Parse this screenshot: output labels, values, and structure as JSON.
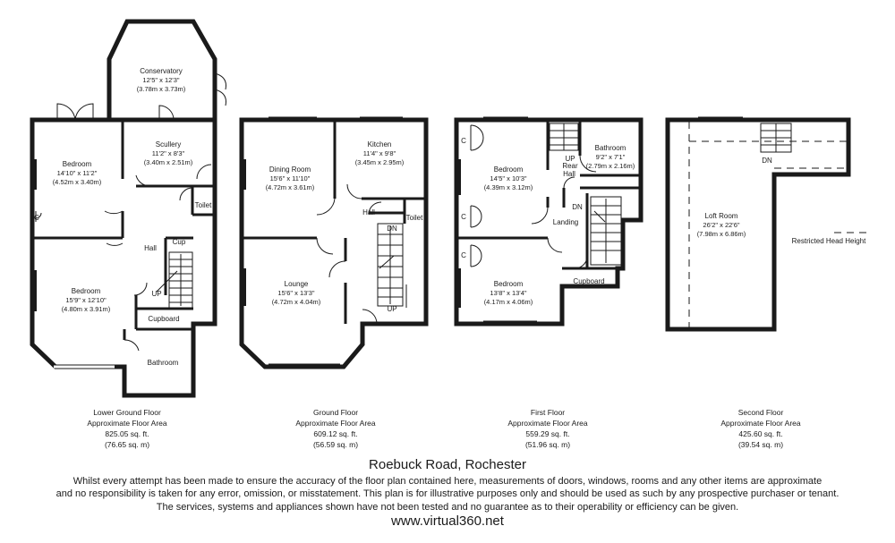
{
  "title": "Roebuck Road, Rochester",
  "disclaimer": [
    "Whilst every attempt has been made to ensure the accuracy of the floor plan contained here, measurements of doors, windows, rooms and any other items are approximate",
    "and no responsibility is taken for any error, omission, or misstatement. This plan is for illustrative purposes only and should be used as such by any prospective purchaser or tenant.",
    "The services, systems and appliances shown have not been tested and no guarantee as to their operability or efficiency can be given."
  ],
  "website": "www.virtual360.net",
  "floors": [
    {
      "name": "Lower Ground Floor",
      "area_label": "Approximate Floor Area",
      "sqft": "825.05 sq. ft.",
      "sqm": "(76.65 sq. m)"
    },
    {
      "name": "Ground Floor",
      "area_label": "Approximate Floor Area",
      "sqft": "609.12 sq. ft.",
      "sqm": "(56.59 sq. m)"
    },
    {
      "name": "First Floor",
      "area_label": "Approximate Floor Area",
      "sqft": "559.29 sq. ft.",
      "sqm": "(51.96 sq. m)"
    },
    {
      "name": "Second Floor",
      "area_label": "Approximate Floor Area",
      "sqft": "425.60 sq. ft.",
      "sqm": "(39.54 sq. m)"
    }
  ],
  "rooms": {
    "conservatory": {
      "name": "Conservatory",
      "imperial": "12'5\" x 12'3\"",
      "metric": "(3.78m x 3.73m)"
    },
    "lg_bedroom1": {
      "name": "Bedroom",
      "imperial": "14'10\" x 11'2\"",
      "metric": "(4.52m x 3.40m)"
    },
    "scullery": {
      "name": "Scullery",
      "imperial": "11'2\" x 8'3\"",
      "metric": "(3.40m x 2.51m)"
    },
    "lg_bedroom2": {
      "name": "Bedroom",
      "imperial": "15'9\" x 12'10\"",
      "metric": "(4.80m x 3.91m)"
    },
    "dining": {
      "name": "Dining Room",
      "imperial": "15'6\" x 11'10\"",
      "metric": "(4.72m x 3.61m)"
    },
    "kitchen": {
      "name": "Kitchen",
      "imperial": "11'4\" x 9'8\"",
      "metric": "(3.45m x 2.95m)"
    },
    "lounge": {
      "name": "Lounge",
      "imperial": "15'6\" x 13'3\"",
      "metric": "(4.72m x 4.04m)"
    },
    "ff_bedroom1": {
      "name": "Bedroom",
      "imperial": "14'5\" x 10'3\"",
      "metric": "(4.39m x 3.12m)"
    },
    "ff_bathroom": {
      "name": "Bathroom",
      "imperial": "9'2\" x 7'1\"",
      "metric": "(2.79m x 2.16m)"
    },
    "ff_bedroom2": {
      "name": "Bedroom",
      "imperial": "13'8\" x 13'4\"",
      "metric": "(4.17m x 4.06m)"
    },
    "loft": {
      "name": "Loft Room",
      "imperial": "26'2\" x 22'6\"",
      "metric": "(7.98m x 6.86m)"
    }
  },
  "labels": {
    "hall": "Hall",
    "toilet": "Toilet",
    "cup": "Cup",
    "cupboard": "Cupboard",
    "bathroom": "Bathroom",
    "up": "UP",
    "dn": "DN",
    "rear": "Rear",
    "landing": "Landing",
    "c": "C",
    "restricted": "Restricted Head Height"
  }
}
